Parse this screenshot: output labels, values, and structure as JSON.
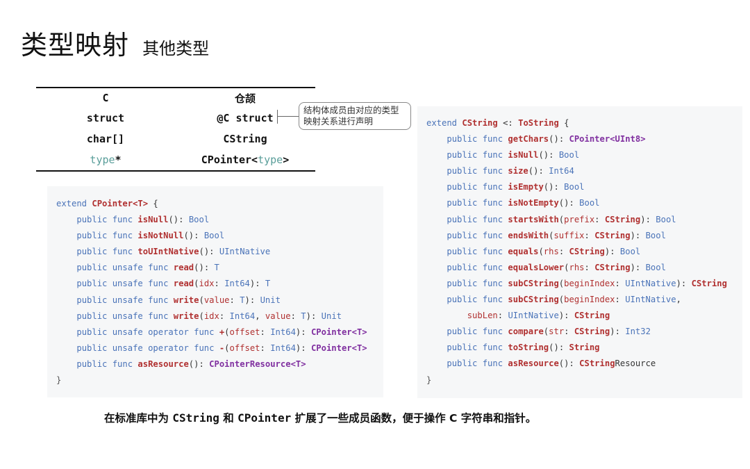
{
  "title": {
    "main": "类型映射",
    "sub": "其他类型"
  },
  "table": {
    "headers": [
      "C",
      "仓颉"
    ],
    "rows": [
      {
        "c": "struct",
        "cj": "@C struct"
      },
      {
        "c": "char[]",
        "cj": "CString"
      },
      {
        "c_kw": "type",
        "c_rest": "*",
        "cj_pre": "CPointer<",
        "cj_kw": "type",
        "cj_post": ">"
      }
    ]
  },
  "callout": "结构体成员由对应的类型映射关系进行声明",
  "left_code": {
    "open": {
      "kw": "extend ",
      "name": "CPointer<T>",
      "rest": " {"
    },
    "lines": [
      {
        "mod": "public func ",
        "fn": "isNull",
        "args": "()",
        "ret": ": Bool"
      },
      {
        "mod": "public func ",
        "fn": "isNotNull",
        "args": "()",
        "ret": ": Bool"
      },
      {
        "mod": "public func ",
        "fn": "toUIntNative",
        "args": "()",
        "ret": ": UIntNative"
      },
      {
        "mod": "public unsafe func ",
        "fn": "read",
        "args": "()",
        "ret": ": T"
      },
      {
        "mod": "public unsafe func ",
        "fn": "read",
        "args": "(idx: Int64)",
        "ret": ": T"
      },
      {
        "mod": "public unsafe func ",
        "fn": "write",
        "args": "(value: T)",
        "ret": ": Unit"
      },
      {
        "mod": "public unsafe func ",
        "fn": "write",
        "args": "(idx: Int64, value: T)",
        "ret": ": Unit"
      },
      {
        "mod": "public unsafe operator func ",
        "fn": "+",
        "args": "(offset: Int64)",
        "ret": ": CPointer<T>"
      },
      {
        "mod": "public unsafe operator func ",
        "fn": "-",
        "args": "(offset: Int64)",
        "ret": ": CPointer<T>"
      },
      {
        "mod": "public func ",
        "fn": "asResource",
        "args": "()",
        "ret": ": CPointerResource<T>"
      }
    ],
    "close": "}"
  },
  "right_code": {
    "open": {
      "kw": "extend ",
      "name": "CString",
      "mid": " <: ",
      "iface": "ToString",
      "rest": " {"
    },
    "lines": [
      {
        "mod": "public func ",
        "fn": "getChars",
        "args": "()",
        "ret": ": CPointer<UInt8>"
      },
      {
        "mod": "public func ",
        "fn": "isNull",
        "args": "()",
        "ret": ": Bool"
      },
      {
        "mod": "public func ",
        "fn": "size",
        "args": "()",
        "ret": ": Int64"
      },
      {
        "mod": "public func ",
        "fn": "isEmpty",
        "args": "()",
        "ret": ": Bool"
      },
      {
        "mod": "public func ",
        "fn": "isNotEmpty",
        "args": "()",
        "ret": ": Bool"
      },
      {
        "mod": "public func ",
        "fn": "startsWith",
        "args": "(prefix: CString)",
        "ret": ": Bool"
      },
      {
        "mod": "public func ",
        "fn": "endsWith",
        "args": "(suffix: CString)",
        "ret": ": Bool"
      },
      {
        "mod": "public func ",
        "fn": "equals",
        "args": "(rhs: CString)",
        "ret": ": Bool"
      },
      {
        "mod": "public func ",
        "fn": "equalsLower",
        "args": "(rhs: CString)",
        "ret": ": Bool"
      },
      {
        "mod": "public func ",
        "fn": "subCString",
        "args": "(beginIndex: UIntNative)",
        "ret": ": CString"
      },
      {
        "mod": "public func ",
        "fn": "subCString",
        "args": "(beginIndex: UIntNative,",
        "ret": ""
      },
      {
        "mod": "    ",
        "fn": "",
        "args": "subLen: UIntNative)",
        "ret": ": CString"
      },
      {
        "mod": "public func ",
        "fn": "compare",
        "args": "(str: CString)",
        "ret": ": Int32"
      },
      {
        "mod": "public func ",
        "fn": "toString",
        "args": "()",
        "ret": ": String"
      },
      {
        "mod": "public func ",
        "fn": "asResource",
        "args": "()",
        "ret": ": CStringResource"
      }
    ],
    "close": "}"
  },
  "footer": {
    "p1": "在标准库中为 ",
    "m1": "CString",
    "p2": " 和 ",
    "m2": "CPointer",
    "p3": " 扩展了一些成员函数，便于操作 C 字符串和指针。"
  },
  "colors": {
    "keyword": "#4a73b8",
    "function": "#b03030",
    "generic": "#8030a0",
    "type_param": "#5a9e9a",
    "panel_bg": "#f6f7f8"
  }
}
